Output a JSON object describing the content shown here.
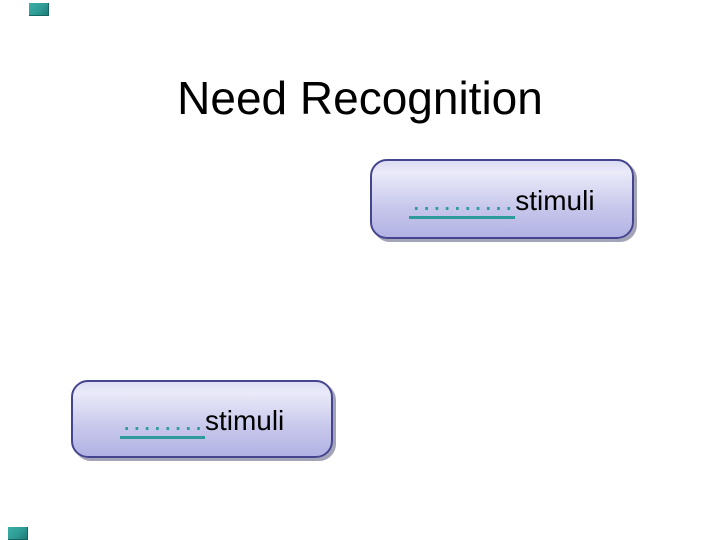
{
  "slide": {
    "title": "Need Recognition",
    "boxes": [
      {
        "dots": "..........",
        "label": "stimuli"
      },
      {
        "dots": "........",
        "label": "stimuli"
      }
    ],
    "decorations": {
      "top_left_accent": "teal-bar",
      "bottom_left_accent": "teal-bar"
    },
    "colors": {
      "background": "#FFFFFF",
      "title_text": "#000000",
      "box_border": "#45458F",
      "box_fill_top": "#EAEAF9",
      "box_fill_bottom": "#B2B2E4",
      "box_shadow": "#6C6C8C",
      "teal_accent": "#2E9B9B"
    }
  }
}
